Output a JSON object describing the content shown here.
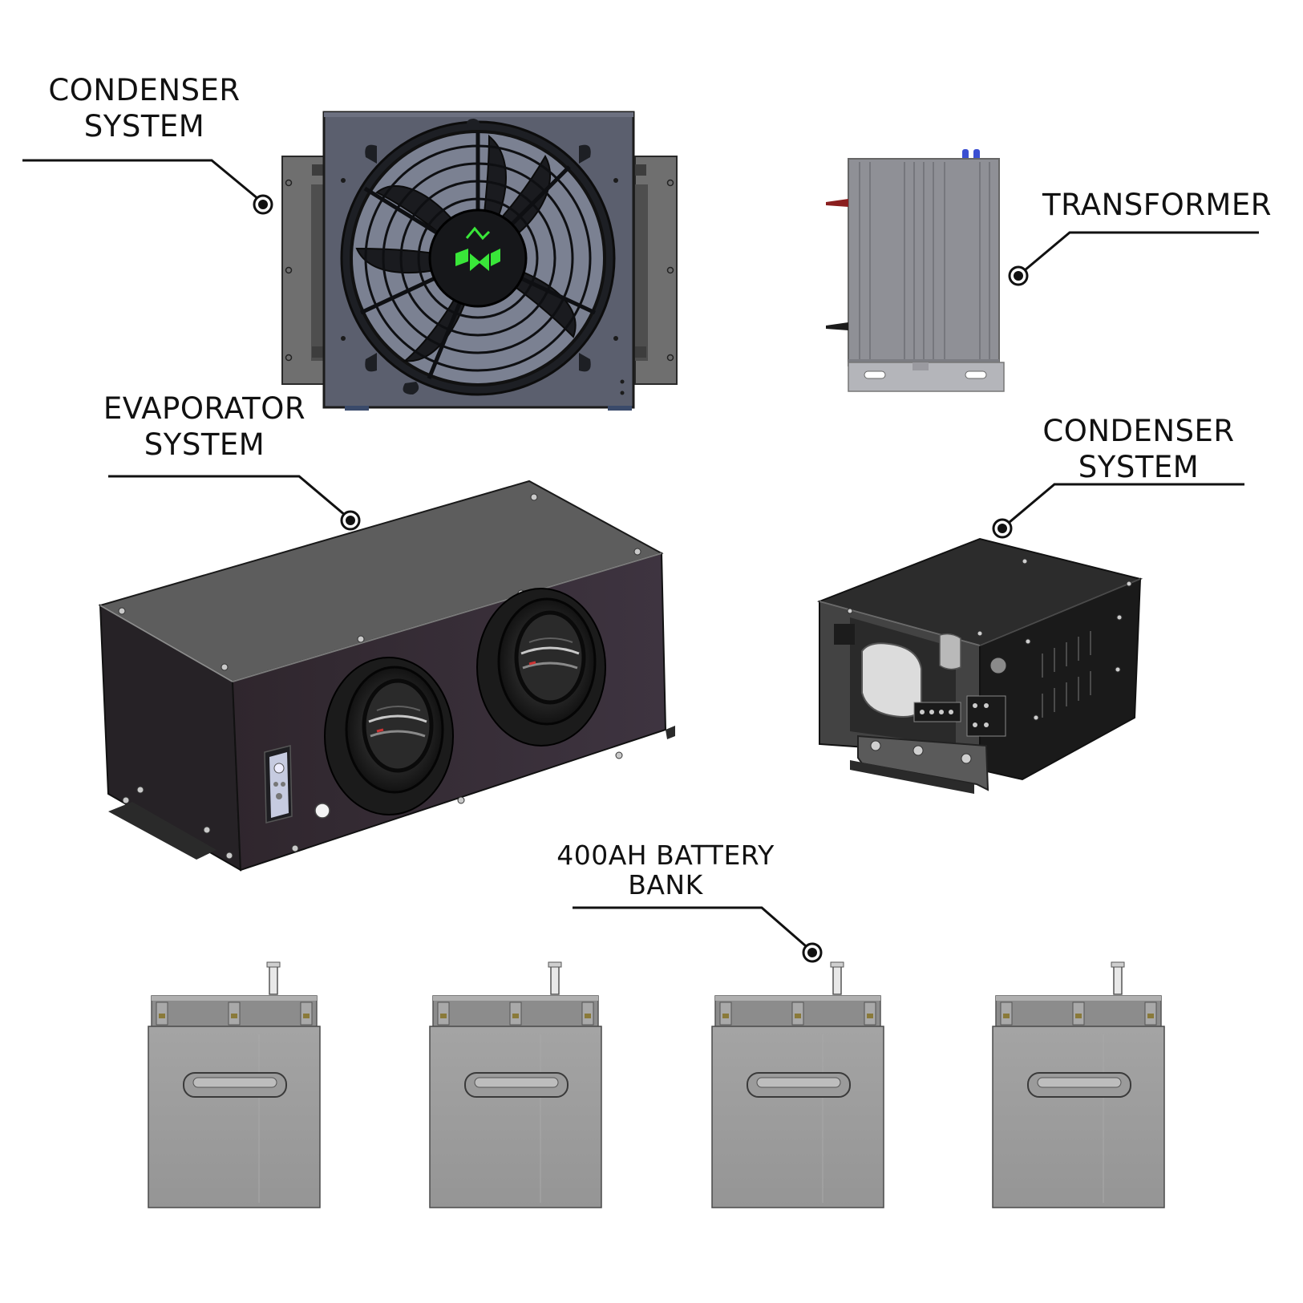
{
  "labels": {
    "condenser_top": {
      "line1": "CONDENSER",
      "line2": "SYSTEM"
    },
    "transformer": {
      "line1": "TRANSFORMER"
    },
    "evaporator": {
      "line1": "EVAPORATOR",
      "line2": "SYSTEM"
    },
    "condenser_right": {
      "line1": "CONDENSER",
      "line2": "SYSTEM"
    },
    "battery": {
      "line1": "400AH BATTERY",
      "line2": "BANK"
    }
  },
  "components": [
    {
      "name": "condenser-fan-unit",
      "icon": "radiator-fan-icon"
    },
    {
      "name": "transformer-unit",
      "icon": "transformer-box-icon"
    },
    {
      "name": "evaporator-unit",
      "icon": "evaporator-box-icon"
    },
    {
      "name": "condenser-compressor-unit",
      "icon": "compressor-box-icon"
    },
    {
      "name": "battery-bank",
      "icon": "battery-icon",
      "count": 4
    }
  ],
  "colors": {
    "fan_housing": "#5b5f6e",
    "fan_dark": "#1c1e22",
    "logo_green": "#39e639",
    "transformer_body": "#8f9096",
    "evaporator_front": "#3a3038",
    "evaporator_top": "#5c5c5c",
    "compressor_top": "#2e2e2e",
    "battery_body": "#9a9a9a",
    "line": "#111111"
  }
}
